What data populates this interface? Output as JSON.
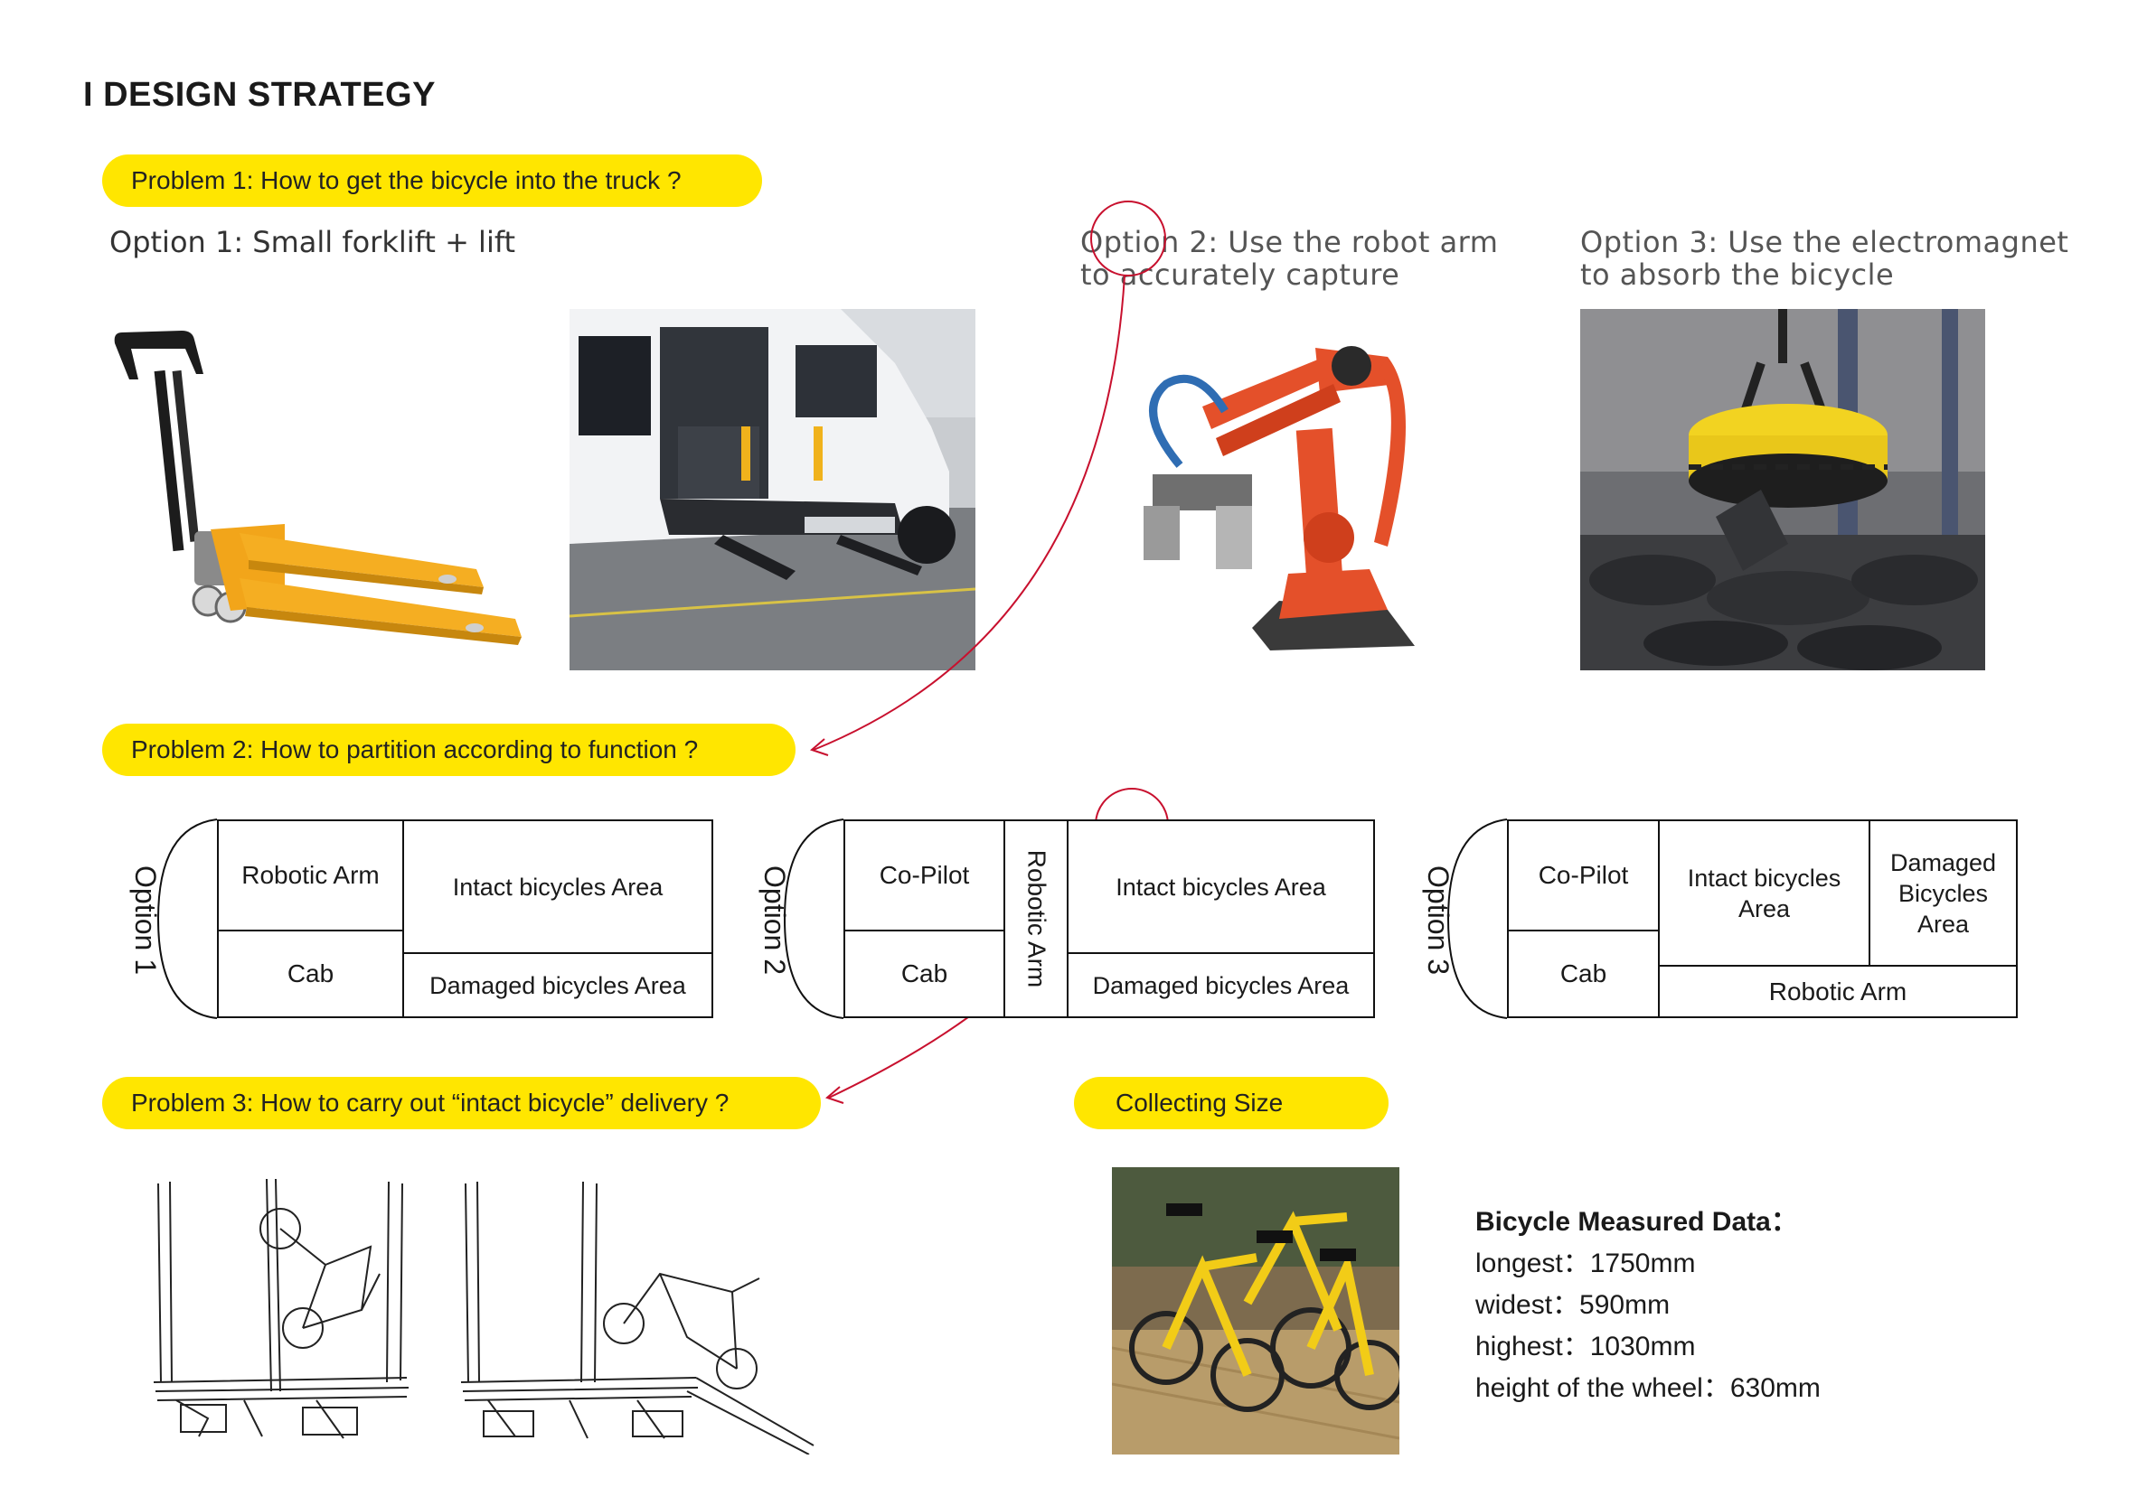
{
  "section_title": "I DESIGN STRATEGY",
  "problems": {
    "p1": "Problem 1: How to get the bicycle into the truck ?",
    "p2": "Problem 2: How to partition according to function ?",
    "p3": "Problem 3: How to carry out “intact bicycle” delivery ?",
    "collecting": "Collecting  Size"
  },
  "options_p1": {
    "opt1": "Option 1: Small forklift + lift",
    "opt2_line1": "Option 2: Use the robot arm",
    "opt2_line2": "to accurately capture",
    "opt3_line1": "Option 3: Use the electromagnet",
    "opt3_line2": "to absorb the bicycle"
  },
  "layouts": {
    "opt1": {
      "label": "Option 1",
      "robotic_arm": "Robotic Arm",
      "cab": "Cab",
      "intact": "Intact bicycles Area",
      "damaged": "Damaged bicycles Area"
    },
    "opt2": {
      "label": "Option 2",
      "copilot": "Co-Pilot",
      "cab": "Cab",
      "robotic_arm": "Robotic Arm",
      "intact": "Intact bicycles Area",
      "damaged": "Damaged bicycles Area"
    },
    "opt3": {
      "label": "Option 3",
      "copilot": "Co-Pilot",
      "cab": "Cab",
      "intact": "Intact bicycles Area",
      "damaged": "Damaged Bicycles Area",
      "robotic_arm": "Robotic Arm"
    }
  },
  "measured": {
    "heading": "Bicycle Measured Data：",
    "longest": "longest：1750mm",
    "widest": "widest：590mm",
    "highest": "highest：1030mm",
    "wheel": "height of the wheel：630mm"
  },
  "colors": {
    "accent_yellow": "#ffe600",
    "annotation_red": "#c8102e"
  }
}
